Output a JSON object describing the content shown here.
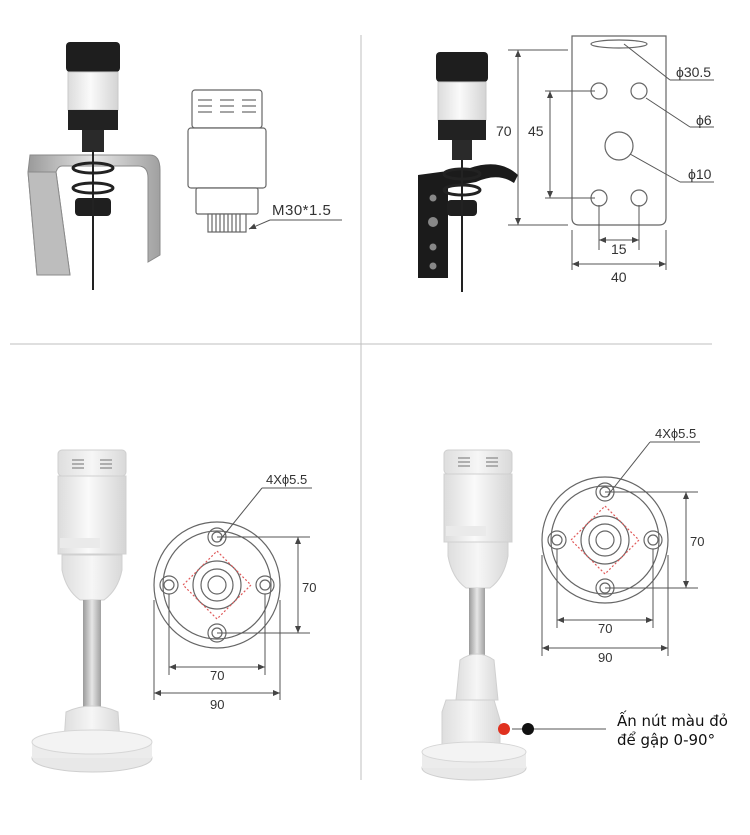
{
  "panel_tl": {
    "thread_label": "M30*1.5"
  },
  "panel_tr": {
    "hole_top": "ϕ30.5",
    "hole_small": "ϕ6",
    "hole_center": "ϕ10",
    "height_total": "70",
    "height_holes": "45",
    "width_holes": "15",
    "width_total": "40"
  },
  "panel_bl": {
    "hole_label": "4Xϕ5.5",
    "vert": "70",
    "inner": "70",
    "outer": "90"
  },
  "panel_br": {
    "hole_label": "4Xϕ5.5",
    "vert": "70",
    "inner": "70",
    "outer": "90",
    "note_line1": "Ấn nút màu đỏ",
    "note_line2": "để gập 0-90°"
  },
  "colors": {
    "button_red": "#e0311f",
    "line": "#555555",
    "hatch_red": "#e05a5a"
  }
}
